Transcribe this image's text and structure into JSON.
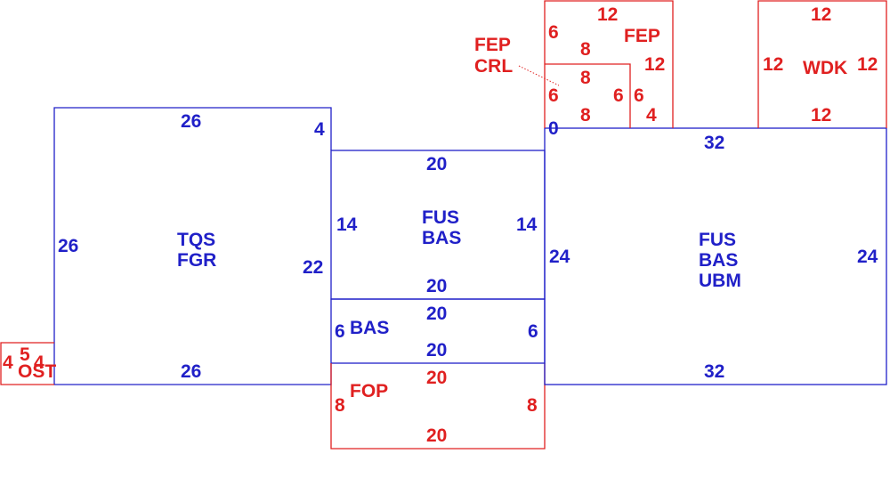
{
  "colors": {
    "existing": "#2020c8",
    "proposed": "#e02020",
    "background": "#ffffff"
  },
  "areas": {
    "tqs_fgr": {
      "codes": [
        "TQS",
        "FGR"
      ],
      "dims": {
        "top": "26",
        "bottom": "26",
        "left": "26",
        "right_upper": "4",
        "right_lower": "22"
      }
    },
    "fus_bas": {
      "codes": [
        "FUS",
        "BAS"
      ],
      "dims": {
        "top": "20",
        "bottom": "20",
        "left": "14",
        "right": "14"
      }
    },
    "bas": {
      "codes": [
        "BAS"
      ],
      "dims": {
        "top": "20",
        "bottom": "20",
        "left": "6",
        "right": "6"
      }
    },
    "fop": {
      "codes": [
        "FOP"
      ],
      "dims": {
        "top": "20",
        "bottom": "20",
        "left": "8",
        "right": "8"
      }
    },
    "fus_bas_ubm": {
      "codes": [
        "FUS",
        "BAS",
        "UBM"
      ],
      "dims": {
        "top": "32",
        "bottom": "32",
        "left": "24",
        "right": "24",
        "corner": "0"
      }
    },
    "fep": {
      "codes": [
        "FEP"
      ],
      "dims": {
        "top": "12",
        "left": "6",
        "right": "12",
        "bottom_right": "4",
        "inner_right": "6"
      }
    },
    "fep_crl": {
      "codes": [
        "FEP",
        "CRL"
      ],
      "dims": {
        "top": "8",
        "bottom": "8",
        "left": "6",
        "right": "6",
        "outer_top": "8"
      }
    },
    "wdk": {
      "codes": [
        "WDK"
      ],
      "dims": {
        "top": "12",
        "bottom": "12",
        "left": "12",
        "right": "12"
      }
    },
    "ost": {
      "code": "OST",
      "dims": {
        "left": "4",
        "top": "5",
        "right": "4"
      }
    }
  }
}
